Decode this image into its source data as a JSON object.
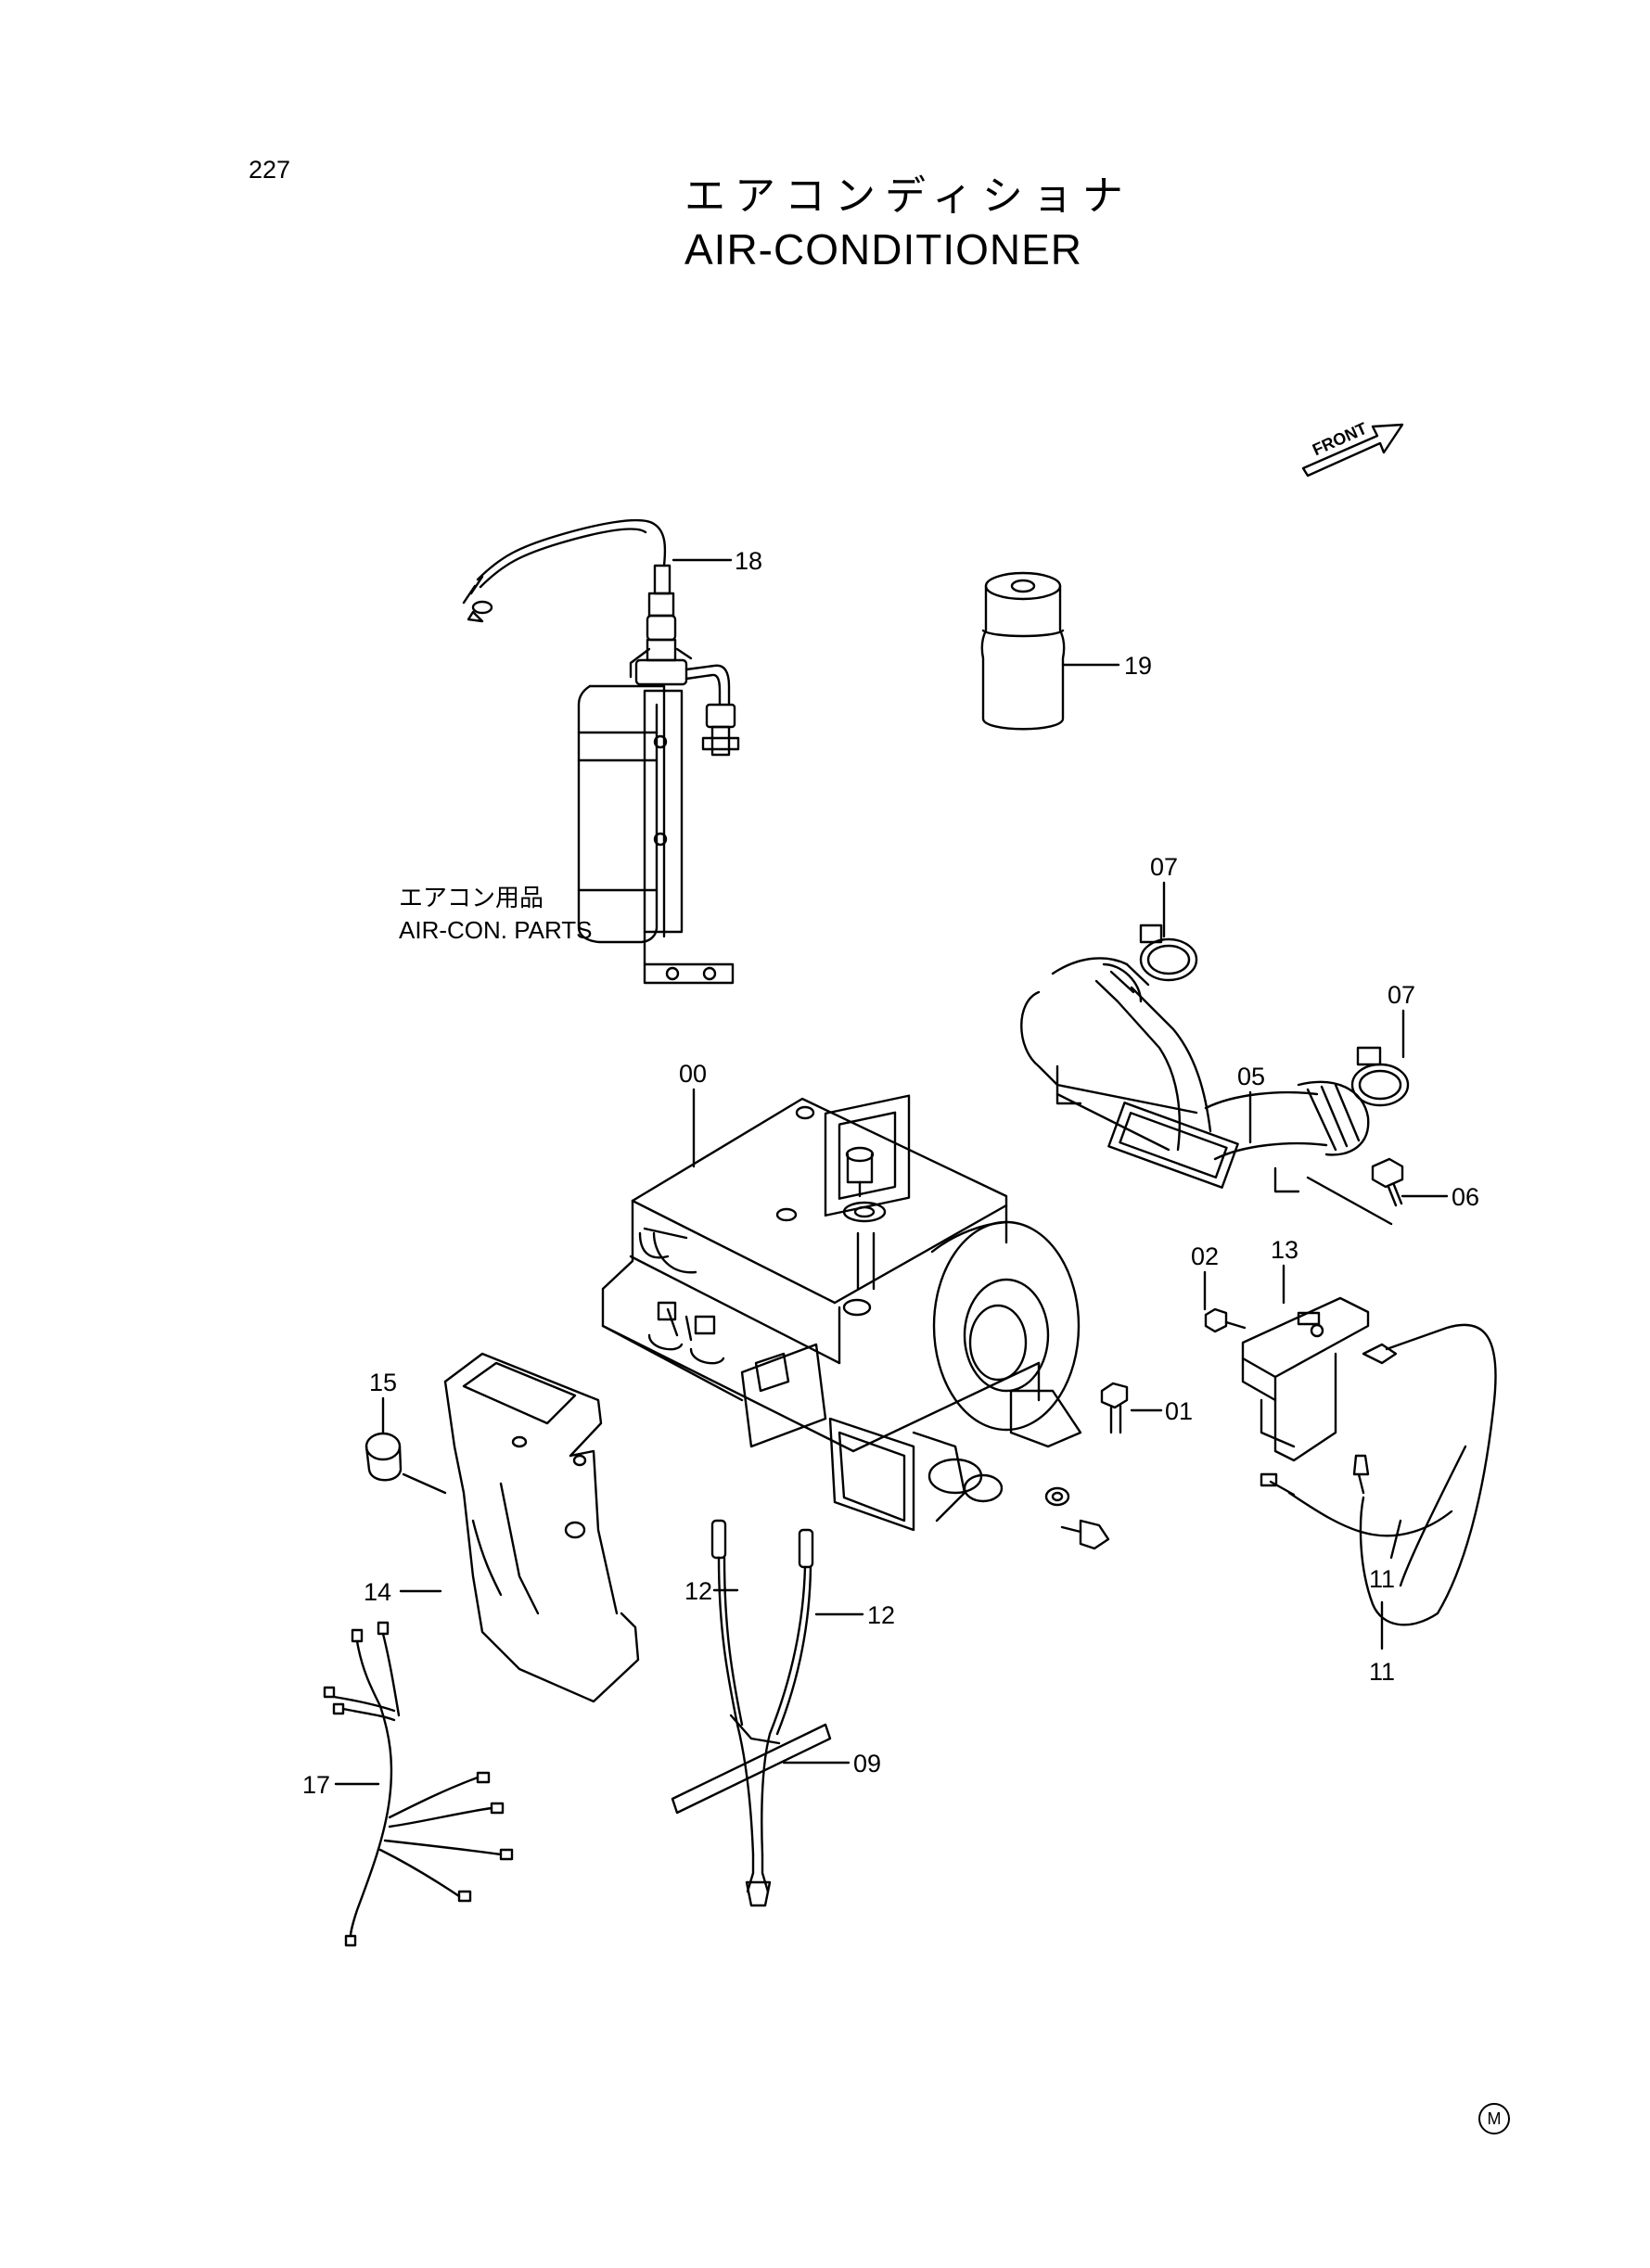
{
  "page": {
    "number": "227",
    "mark": "M"
  },
  "title": {
    "japanese": "エアコンディショナ",
    "english": "AIR-CONDITIONER"
  },
  "orientation_label": "FRONT",
  "parts_group": {
    "japanese": "エアコン用品",
    "english": "AIR-CON. PARTS"
  },
  "callouts": {
    "c18": "18",
    "c19": "19",
    "c07a": "07",
    "c07b": "07",
    "c05": "05",
    "c00": "00",
    "c06": "06",
    "c02": "02",
    "c13": "13",
    "c01": "01",
    "c15": "15",
    "c14": "14",
    "c12a": "12",
    "c12b": "12",
    "c11a": "11",
    "c11b": "11",
    "c09": "09",
    "c17": "17"
  }
}
